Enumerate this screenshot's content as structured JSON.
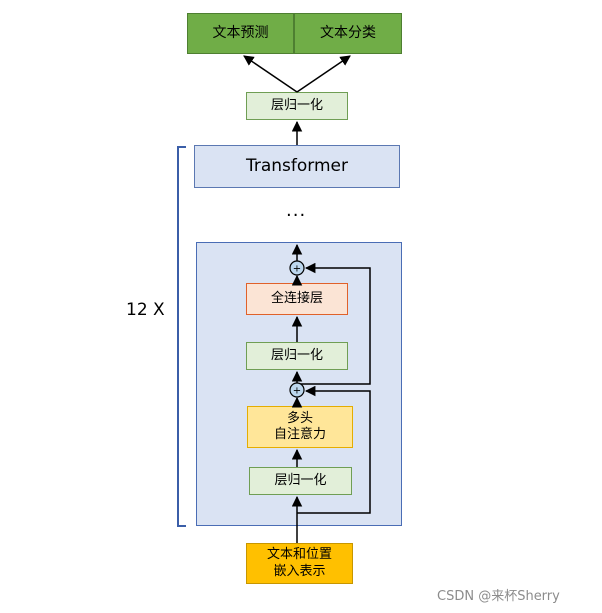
{
  "outputs": {
    "text_prediction": "文本预测",
    "text_classification": "文本分类"
  },
  "top_layer_norm": "层归一化",
  "transformer_label": "Transformer",
  "ellipsis": "...",
  "repeat_label": "12 X",
  "block": {
    "fully_connected": "全连接层",
    "layer_norm_upper": "层归一化",
    "self_attention": "多头\n自注意力",
    "layer_norm_lower": "层归一化",
    "add_symbol": "+"
  },
  "input_embedding": "文本和位置\n嵌入表示",
  "watermark": "CSDN @来杯Sherry"
}
